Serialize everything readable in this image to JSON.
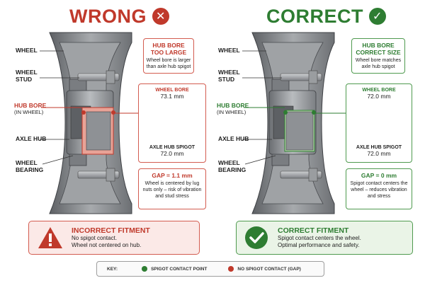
{
  "wrong": {
    "title": "WRONG",
    "icon": "x-circle-icon",
    "labels": {
      "wheel": "WHEEL",
      "stud": "WHEEL STUD",
      "hub_bore": "HUB BORE",
      "hub_bore_sub": "(IN WHEEL)",
      "axle_hub": "AXLE HUB",
      "bearing": "WHEEL BEARING"
    },
    "callout_title": "HUB BORE TOO LARGE",
    "callout_text": "Wheel bore is larger than axle hub spigot",
    "bore_label": "WHEEL BORE",
    "bore_value": "73.1 mm",
    "spigot_label": "AXLE HUB SPIGOT",
    "spigot_value": "72.0 mm",
    "gap_title": "GAP = 1.1 mm",
    "gap_text": "Wheel is centered by lug nuts only – risk of vibration and stud stress",
    "fitment_title": "INCORRECT FITMENT",
    "fitment_text_1": "No spigot contact.",
    "fitment_text_2": "Wheel not centered on hub.",
    "fitment_icon": "warning-icon"
  },
  "correct": {
    "title": "CORRECT",
    "icon": "check-circle-icon",
    "labels": {
      "wheel": "WHEEL",
      "stud": "WHEEL STUD",
      "hub_bore": "HUB BORE",
      "hub_bore_sub": "(IN WHEEL)",
      "axle_hub": "AXLE HUB",
      "bearing": "WHEEL BEARING"
    },
    "callout_title": "HUB BORE CORRECT SIZE",
    "callout_text": "Wheel bore matches axle hub spigot",
    "bore_label": "WHEEL BORE",
    "bore_value": "72.0 mm",
    "spigot_label": "AXLE HUB SPIGOT",
    "spigot_value": "72.0 mm",
    "gap_title": "GAP = 0 mm",
    "gap_text": "Spigot contact centers the wheel – reduces vibration and stress",
    "fitment_title": "CORRECT FITMENT",
    "fitment_text_1": "Spigot contact centers the wheel.",
    "fitment_text_2": "Optimal performance and safety.",
    "fitment_icon": "check-icon"
  },
  "key": {
    "label": "KEY:",
    "green_label": "SPIGOT CONTACT POINT",
    "red_label": "NO SPIGOT CONTACT (GAP)"
  },
  "colors": {
    "red": "#c0392b",
    "green": "#2e7d32",
    "steel": "#8a8d90"
  }
}
